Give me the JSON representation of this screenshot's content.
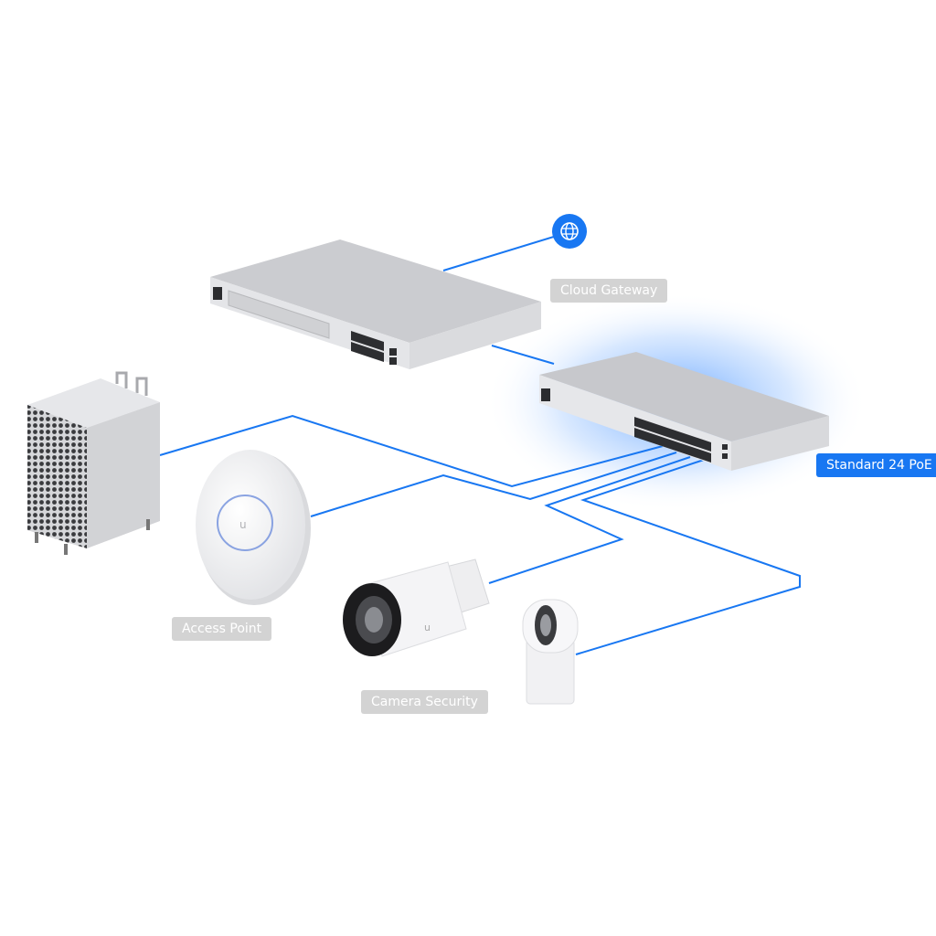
{
  "labels": {
    "cloud_gateway": "Cloud Gateway",
    "switch": "Standard 24 PoE",
    "access_point": "Access Point",
    "camera": "Camera Security"
  },
  "icons": {
    "internet": "globe-icon"
  },
  "colors": {
    "accent": "#1877f2",
    "label_grey": "#d3d3d3",
    "device": "#c9cacd"
  },
  "highlighted_device": "Standard 24 PoE"
}
